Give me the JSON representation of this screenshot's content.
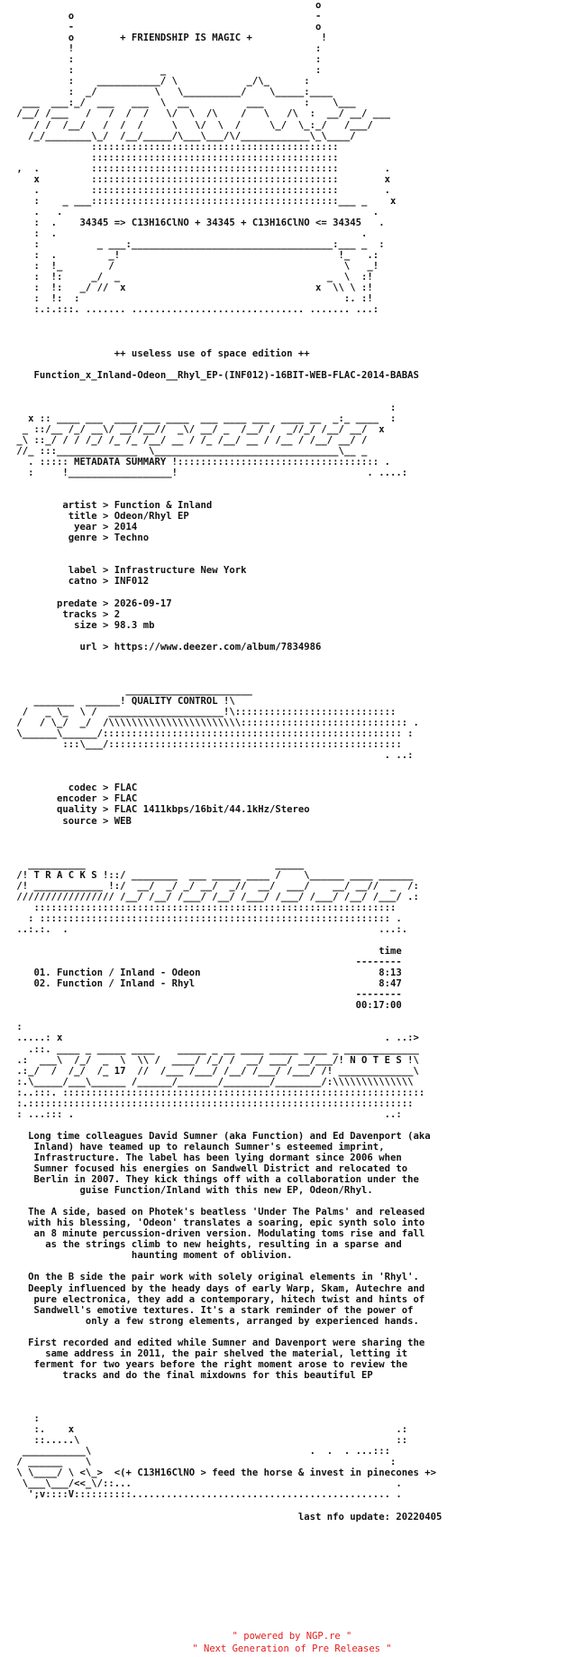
{
  "nfo_lines": [
    "                                                     o",
    "          o                                          -",
    "          -                                          o",
    "          o        + FRIENDSHIP IS MAGIC +            !",
    "          !                                          :",
    "          :                                          :",
    "          :               _                          :",
    "          :    ___________/ \\            _/\\_      :",
    "          :  _/          \\   \\__________/    \\_____:____",
    "  ___  ___:_/  ___   ___  \\  __          ___       :    \\___",
    " /__/ /___   /   /  /  /   \\/  \\  /\\    /   \\   /\\  :  __/ __/ ___",
    "    / /  /__/   /  /  /     \\   \\/  \\  /     \\_/  \\_:_/   /___/",
    "   /_/________\\_/  /__/_____/\\___\\___/\\/____________\\_\\____/",
    "              :::::::::::::::::::::::::::::::::::::::::::",
    "              :::::::::::::::::::::::::::::::::::::::::::",
    " ,  .         :::::::::::::::::::::::::::::::::::::::::::        .",
    "    x         :::::::::::::::::::::::::::::::::::::::::::        x",
    "    .         :::::::::::::::::::::::::::::::::::::::::::        .",
    "    :    _ ___:::::::::::::::::::::::::::::::::::::::::::___ _    x",
    "    .   .                                                      .",
    "    :  .    34345 => C13H16ClNO + 34345 + C13H16ClNO <= 34345   .",
    "    :  .                                                     .",
    "    :          _ ___:___________________________________:___ _  :",
    "    :  .         _!                                      !_   .:",
    "    :  !_        /                                        \\   _!",
    "    :  !:     _/  _                                    _  \\  :!",
    "    :  !:   _/ //  x                                 x  \\\\ \\ :!",
    "    :  !:  :                                              :. :!",
    "    :.:.:::. ....... .............................. ....... ...:",
    "",
    "",
    "",
    "                  ++ useless use of space edition ++",
    "",
    "    Function_x_Inland-Odeon__Rhyl_EP-(INF012)-16BIT-WEB-FLAC-2014-BABAS",
    "",
    "",
    "                                                                  :",
    "   x :: ____ ___  ____ ___ ____  ___ ____ ___  ____ __  _:_ ____  :",
    "  _ ::/__ /_/ __\\/ __//__//  _\\/ __/ _  /__/ /  _//_/ /__/ __/  x",
    " _\\ ::_/ / / /_/ /_ /_ /__/ __ / /_ /__/ __ / /__ / /__/ __/ /",
    " //_ :::______________  \\________________________________\\__ _",
    "   . ::::: METADATA SUMMARY !::::::::::::::::::::::::::::::::::: .",
    "   :     !__________________!                                 . ....:",
    "",
    "",
    "         artist > Function & Inland",
    "          title > Odeon/Rhyl EP",
    "           year > 2014",
    "          genre > Techno",
    "",
    "",
    "          label > Infrastructure New York",
    "          catno > INF012",
    "",
    "        predate > 2026-09-17",
    "         tracks > 2",
    "           size > 98.3 mb",
    "",
    "            url > https://www.deezer.com/album/7834986",
    "",
    "",
    "",
    "                    ______________________",
    "    _______  ______! QUALITY CONTROL !\\",
    "  /   _ \\_  \\ /  ____________________!\\::::::::::::::::::::::::::::",
    " /   / \\_/  _/  /\\\\\\\\\\\\\\\\\\\\\\\\\\\\\\\\\\\\\\\\\\\\\\::::::::::::::::::::::::::::: .",
    " \\______\\______/:::::::::::::::::::::::::::::::::::::::::::::::::::: :",
    "         :::\\___/:::::::::::::::::::::::::::::::::::::::::::::::::::",
    "                                                                 . ..:",
    "",
    "",
    "          codec > FLAC",
    "        encoder > FLAC",
    "        quality > FLAC 1411kbps/16bit/44.1kHz/Stereo",
    "         source > WEB",
    "",
    "",
    "",
    "   __________                                 _____",
    " /! T R A C K S !::/ ________  ___ _____ ____ /    \\______ ____ ______",
    " /! ____________ !:/  __/  _/ _/ __/  _//  __/  ___/    __/ __//  _  /:",
    " ///////////////// /__/ /__/ /___/ /__/ /___/ /___/ /___/ /__/ /___/ .:",
    "    :::::::::::::::::::::::::::::::::::::::::::::::::::::::::::::::",
    "   : ::::::::::::::::::::::::::::::::::::::::::::::::::::::::::::: .",
    " ..:.:.  .                                                      ...:.",
    "",
    "                                                                time",
    "                                                            --------",
    "    01. Function / Inland - Odeon                               8:13",
    "    02. Function / Inland - Rhyl                                8:47",
    "                                                            --------",
    "                                                            00:17:00",
    "",
    " :",
    " .....: x                                                        . ..:>",
    "   .::. ____ _ _____ ____    _____ _ __ ____ _____ ____ _ _____________",
    " .:  ___\\  /_/  _  \\  \\\\ /  ____/ /_/ /  __/ ___/ __/___/! N O T E S !\\",
    " .:_/  /  /_/  /_ 17  //  /___ /___/ /__/ /___/ /___/ /! _____________\\",
    " :.\\_____/___\\______ /______/_______/________/________/:\\\\\\\\\\\\\\\\\\\\\\\\\\\\",
    " :..:::. :::::::::::::::::::::::::::::::::::::::::::::::::::::::::::::::",
    " :.:::::::::::::::::::::::::::::::::::::::::::::::::::::::::::::::::::",
    " : ...::: .                                                      ..:",
    "",
    "   Long time colleagues David Sumner (aka Function) and Ed Davenport (aka",
    "    Inland) have teamed up to relaunch Sumner's esteemed imprint,",
    "    Infrastructure. The label has been lying dormant since 2006 when",
    "    Sumner focused his energies on Sandwell District and relocated to",
    "    Berlin in 2007. They kick things off with a collaboration under the",
    "            guise Function/Inland with this new EP, Odeon/Rhyl.",
    "",
    "   The A side, based on Photek's beatless 'Under The Palms' and released",
    "   with his blessing, 'Odeon' translates a soaring, epic synth solo into",
    "    an 8 minute percussion-driven version. Modulating toms rise and fall",
    "      as the strings climb to new heights, resulting in a sparse and",
    "                     haunting moment of oblivion.",
    "",
    "   On the B side the pair work with solely original elements in 'Rhyl'.",
    "   Deeply influenced by the heady days of early Warp, Skam, Autechre and",
    "    pure electronica, they add a contemporary, hitech twist and hints of",
    "    Sandwell's emotive textures. It's a stark reminder of the power of",
    "             only a few strong elements, arranged by experienced hands.",
    "",
    "   First recorded and edited while Sumner and Davenport were sharing the",
    "      same address in 2011, the pair shelved the material, letting it",
    "    ferment for two years before the right moment arose to review the",
    "         tracks and do the final mixdowns for this beautiful EP",
    "",
    "",
    "",
    "    :",
    "    :.    x                                                        .:",
    "    ::.....\\                                                       ::",
    "  ___________\\                                      .  .  . ...:::",
    " / ______    \\                                                    :",
    " \\ \\____/ \\ <\\_>  <(+ C13H16ClNO > feed the horse & invest in pinecones +>",
    "  \\___\\___/<<_\\/::...                                              .",
    "   ';v::::V::::::::::............................................. .",
    "",
    "                                                  last nfo update: 20220405"
  ],
  "footer": {
    "line1": "\" powered by NGP.re \"",
    "line2": "\" Next Generation of Pre Releases \""
  }
}
